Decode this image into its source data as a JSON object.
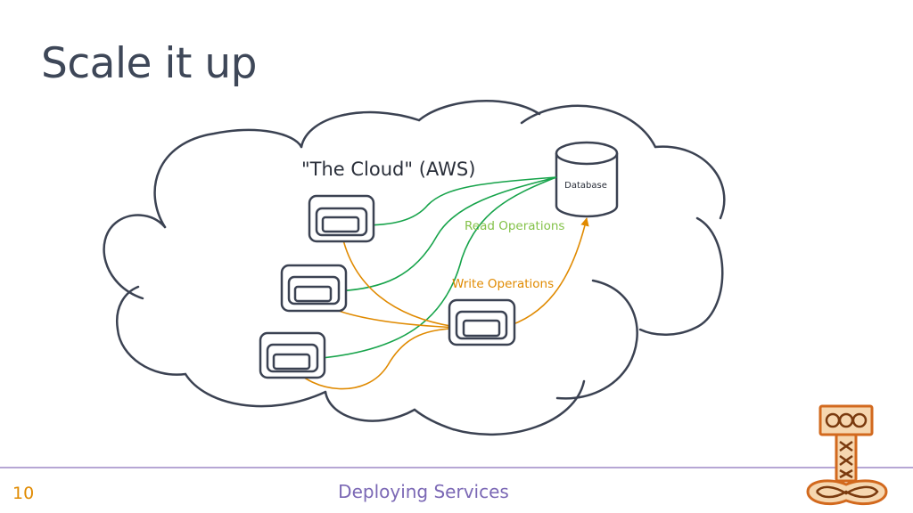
{
  "slide": {
    "title": "Scale it up"
  },
  "diagram": {
    "cloud_label": "\"The Cloud\" (AWS)",
    "database_label": "Database",
    "read_label": "Read Operations",
    "write_label": "Write Operations",
    "colors": {
      "outline": "#3b4252",
      "read": "#16a34a",
      "read_label": "#84c24a",
      "write": "#e08a00"
    }
  },
  "footer": {
    "page_number": "10",
    "text": "Deploying Services",
    "colors": {
      "page_number": "#e08a00",
      "text": "#7b68b5",
      "rule": "#b6a6d4"
    }
  },
  "logo": {
    "icon": "thors-hammer-icon"
  }
}
